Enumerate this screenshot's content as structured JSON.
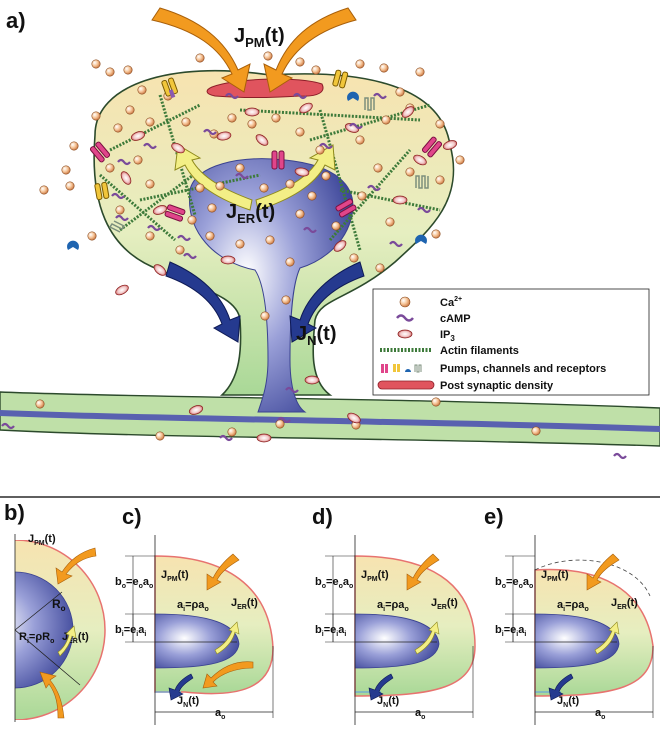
{
  "panels": {
    "a": "a)",
    "b": "b)",
    "c": "c)",
    "d": "d)",
    "e": "e)"
  },
  "fluxes": {
    "pm": {
      "main": "J",
      "sub": "PM",
      "tail": "(t)"
    },
    "er": {
      "main": "J",
      "sub": "ER",
      "tail": "(t)"
    },
    "n": {
      "main": "J",
      "sub": "N",
      "tail": "(t)"
    }
  },
  "legend": [
    {
      "icon": "calcium-ion-icon",
      "label": "Ca",
      "sup": "2+"
    },
    {
      "icon": "camp-icon",
      "label": "cAMP",
      "sup": ""
    },
    {
      "icon": "ip3-icon",
      "label": "IP",
      "sub": "3"
    },
    {
      "icon": "actin-filament-icon",
      "label": "Actin filaments"
    },
    {
      "icon": "pumps-channels-icon",
      "label": "Pumps, channels and receptors"
    },
    {
      "icon": "post-synaptic-density-icon",
      "label": "Post synaptic density"
    }
  ],
  "geometry_labels": {
    "ro": {
      "main": "R",
      "sub": "o"
    },
    "ri": {
      "text": "R",
      "sub1": "i",
      "mid": "=ρR",
      "sub2": "o"
    },
    "bo": {
      "text": "b",
      "sub1": "o",
      "mid": "=e",
      "sub2": "o",
      "mid2": "a",
      "sub3": "o"
    },
    "bi": {
      "text": "b",
      "sub1": "i",
      "mid": "=e",
      "sub2": "i",
      "mid2": "a",
      "sub3": "i"
    },
    "ai": {
      "text": "a",
      "sub1": "i",
      "mid": "=ρa",
      "sub2": "o"
    },
    "ao": {
      "text": "a",
      "sub1": "o"
    }
  },
  "colors": {
    "cytosol": "#dfe8b0",
    "cytosol_edge": "#5e8a3c",
    "membrane": "#2c4a2c",
    "er": "#7f86c8",
    "er_dark": "#3a4290",
    "ca": "#f3c69a",
    "flux_pm": "#f29a1f",
    "flux_er": "#f3ef86",
    "flux_n": "#253a8f",
    "psd": "#e0545e",
    "dendrite": "#bfe0a8"
  }
}
